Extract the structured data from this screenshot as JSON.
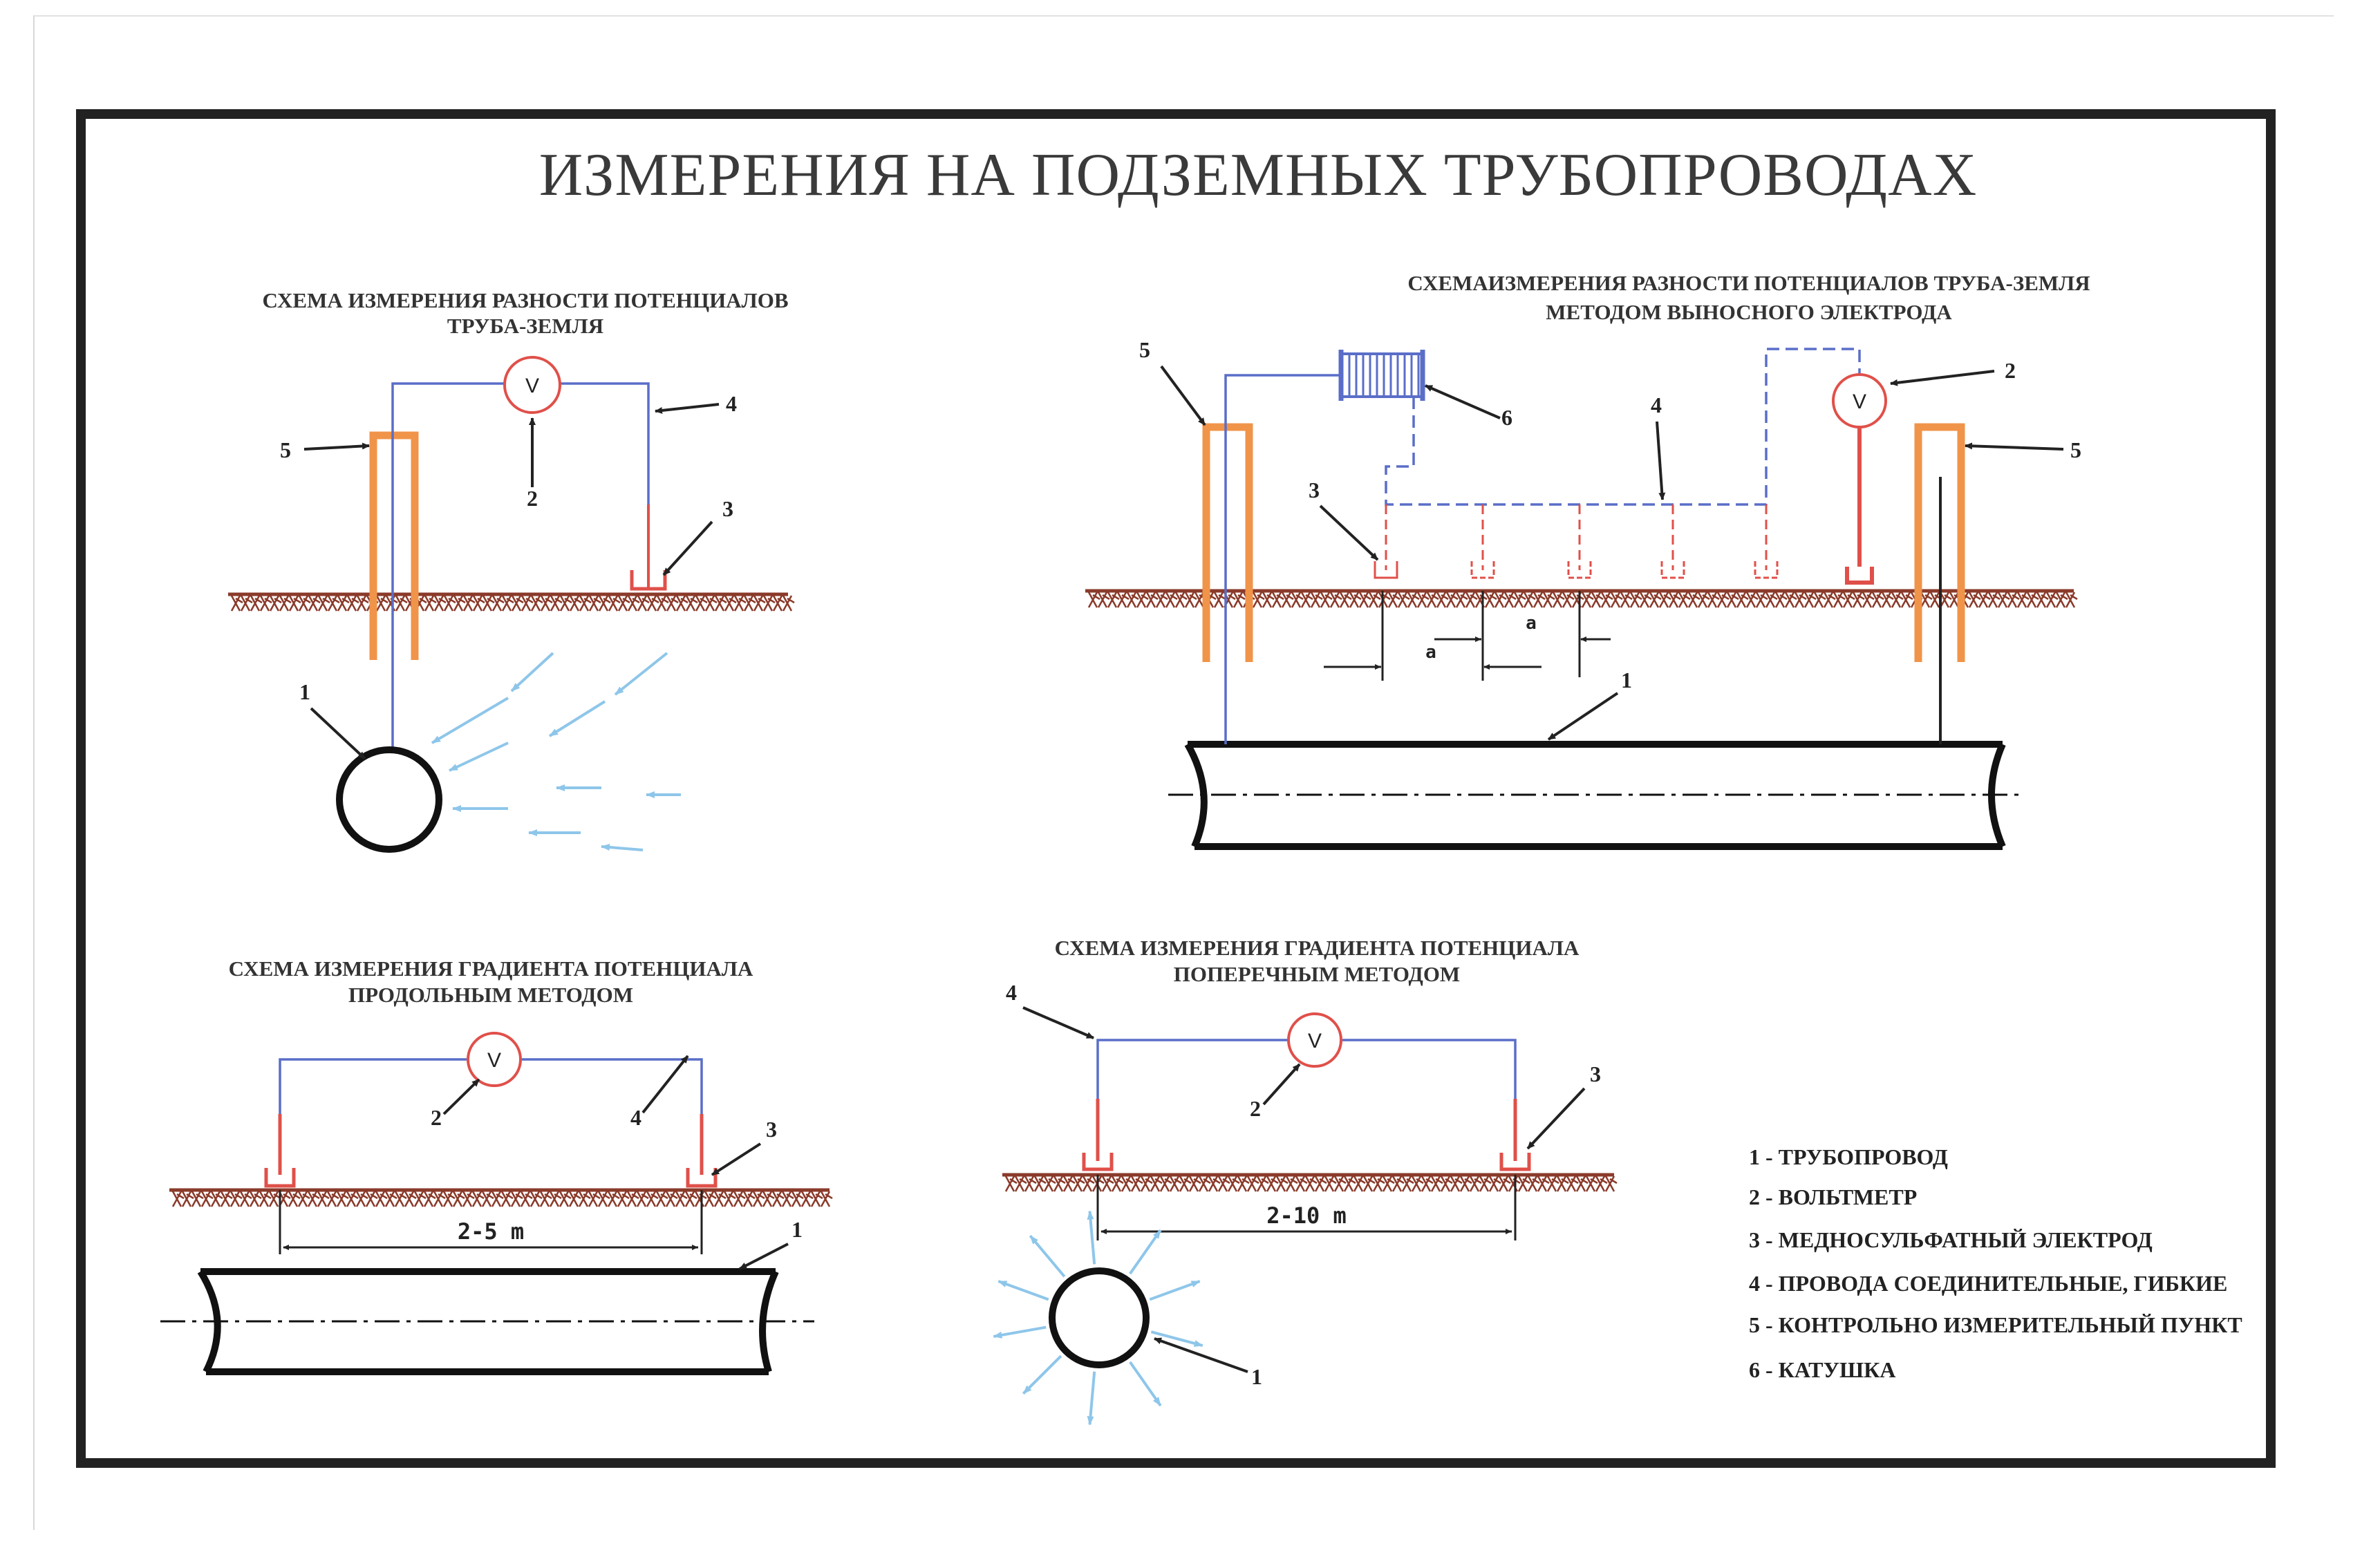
{
  "title": "ИЗМЕРЕНИЯ НА ПОДЗЕМНЫХ ТРУБОПРОВОДАХ",
  "diagram1": {
    "caption_line1": "СХЕМА ИЗМЕРЕНИЯ РАЗНОСТИ ПОТЕНЦИАЛОВ",
    "caption_line2": "ТРУБА-ЗЕМЛЯ",
    "voltmeter": "V",
    "callouts": [
      "1",
      "2",
      "3",
      "4",
      "5"
    ]
  },
  "diagram2": {
    "caption_line1": "СХЕМАИЗМЕРЕНИЯ РАЗНОСТИ ПОТЕНЦИАЛОВ    ТРУБА-ЗЕМЛЯ",
    "caption_line2": "МЕТОДОМ ВЫНОСНОГО ЭЛЕКТРОДА",
    "voltmeter": "V",
    "spacing_label": "a",
    "callouts": [
      "1",
      "2",
      "3",
      "4",
      "5",
      "5",
      "6"
    ]
  },
  "diagram3": {
    "caption_line1": "СХЕМА ИЗМЕРЕНИЯ ГРАДИЕНТА ПОТЕНЦИАЛА",
    "caption_line2": "ПРОДОЛЬНЫМ МЕТОДОМ",
    "voltmeter": "V",
    "distance": "2-5 m",
    "callouts": [
      "1",
      "2",
      "3",
      "4"
    ]
  },
  "diagram4": {
    "caption_line1": "СХЕМА ИЗМЕРЕНИЯ ГРАДИЕНТА ПОТЕНЦИАЛА",
    "caption_line2": "ПОПЕРЕЧНЫМ МЕТОДОМ",
    "voltmeter": "V",
    "distance": "2-10 m",
    "callouts": [
      "1",
      "2",
      "3",
      "4"
    ]
  },
  "legend": [
    "1 - ТРУБОПРОВОД",
    "2 - ВОЛЬТМЕТР",
    "3 - МЕДНОСУЛЬФАТНЫЙ ЭЛЕКТРОД",
    "4 - ПРОВОДА СОЕДИНИТЕЛЬНЫЕ, ГИБКИЕ",
    "5 - КОНТРОЛЬНО ИЗМЕРИТЕЛЬНЫЙ ПУНКТ",
    "6 - КАТУШКА"
  ],
  "colors": {
    "wire": "#5a6ec8",
    "electrode": "#e0504a",
    "test_post": "#f0944a",
    "ground": "#8a3a2a",
    "current_arrows": "#8ec6ea",
    "frame": "#222222"
  }
}
